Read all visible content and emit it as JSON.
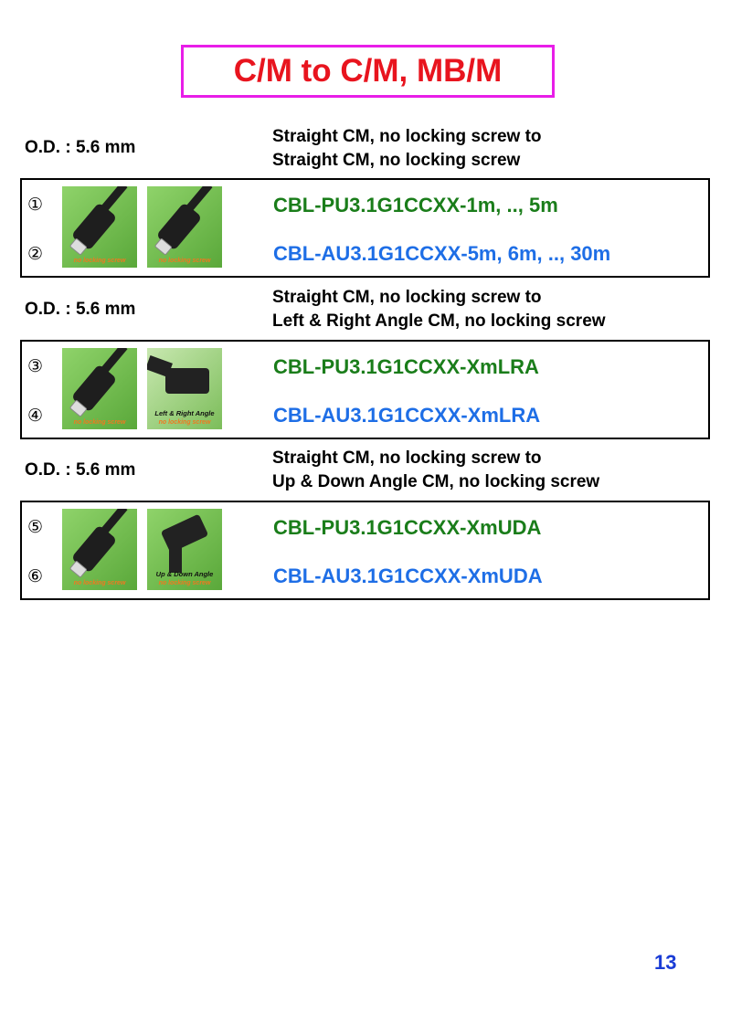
{
  "title": "C/M to C/M, MB/M",
  "sections": [
    {
      "od": "O.D. : 5.6 mm",
      "desc": [
        "Straight CM, no locking screw to",
        "Straight CM, no locking screw"
      ],
      "nums": [
        "①",
        "②"
      ],
      "images": [
        {
          "caption": "no locking screw"
        },
        {
          "caption": "no locking screw"
        }
      ],
      "codes": [
        "CBL-PU3.1G1CCXX-1m, .., 5m",
        "CBL-AU3.1G1CCXX-5m, 6m, .., 30m"
      ]
    },
    {
      "od": "O.D. : 5.6 mm",
      "desc": [
        "Straight CM, no locking screw to",
        "Left & Right Angle CM, no locking screw"
      ],
      "nums": [
        "③",
        "④"
      ],
      "images": [
        {
          "caption": "no locking screw"
        },
        {
          "title": "Left & Right Angle",
          "caption": "no locking screw"
        }
      ],
      "codes": [
        "CBL-PU3.1G1CCXX-XmLRA",
        "CBL-AU3.1G1CCXX-XmLRA"
      ]
    },
    {
      "od": "O.D. : 5.6 mm",
      "desc": [
        "Straight CM, no locking screw to",
        "Up & Down Angle CM, no locking screw"
      ],
      "nums": [
        "⑤",
        "⑥"
      ],
      "images": [
        {
          "caption": "no locking screw"
        },
        {
          "title": "Up & Down Angle",
          "caption": "no locking screw"
        }
      ],
      "codes": [
        "CBL-PU3.1G1CCXX-XmUDA",
        "CBL-AU3.1G1CCXX-XmUDA"
      ]
    }
  ],
  "page_number": "13"
}
